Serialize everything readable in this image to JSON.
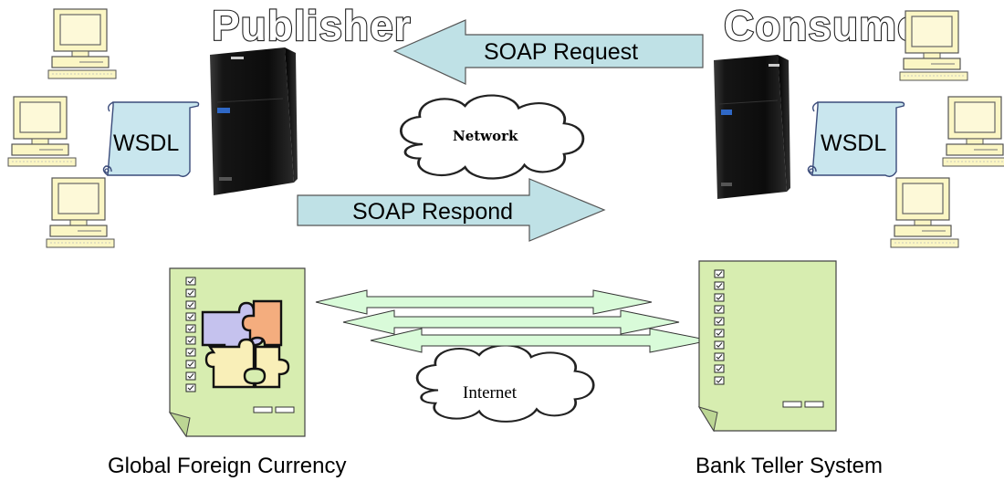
{
  "publisher": {
    "title": "Publisher",
    "doc_label": "WSDL"
  },
  "consumer": {
    "title": "Consumer",
    "doc_label": "WSDL"
  },
  "arrows": {
    "request": "SOAP Request",
    "respond": "SOAP Respond"
  },
  "clouds": {
    "network": "Network",
    "internet": "Internet"
  },
  "systems": {
    "left_caption": "Global Foreign Currency",
    "right_caption": "Bank Teller System"
  },
  "colors": {
    "arrow_fill": "#bfe1e6",
    "scroll_fill": "#c9e6ee",
    "document_fill": "#d7edb0",
    "computer_fill": "#fbf6c4",
    "internet_arrow_fill": "#d9fbd9",
    "puzzle_purple": "#c5c2ee",
    "puzzle_orange": "#f4ad7e",
    "puzzle_yellow": "#f9efb8"
  }
}
